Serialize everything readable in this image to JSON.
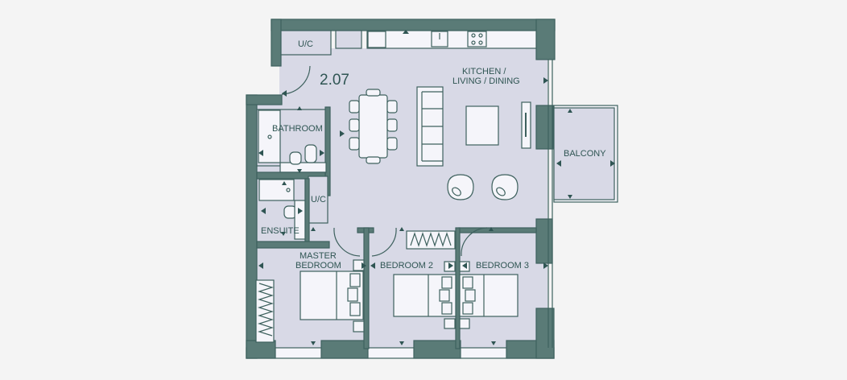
{
  "plan": {
    "unit_number": "2.07",
    "colors": {
      "wall": "#5a7b77",
      "wall_stroke": "#3e615e",
      "floor": "#d8d9e6",
      "fixture": "#f5f5fa",
      "background": "#f4f4f4"
    },
    "rooms": {
      "kitchen_line1": "KITCHEN /",
      "kitchen_line2": "LIVING / DINING",
      "bathroom": "BATHROOM",
      "ensuite": "ENSUITE",
      "uc_top": "U/C",
      "uc_mid": "U/C",
      "master_line1": "MASTER",
      "master_line2": "BEDROOM",
      "bedroom2": "BEDROOM 2",
      "bedroom3": "BEDROOM 3",
      "balcony": "BALCONY"
    }
  }
}
